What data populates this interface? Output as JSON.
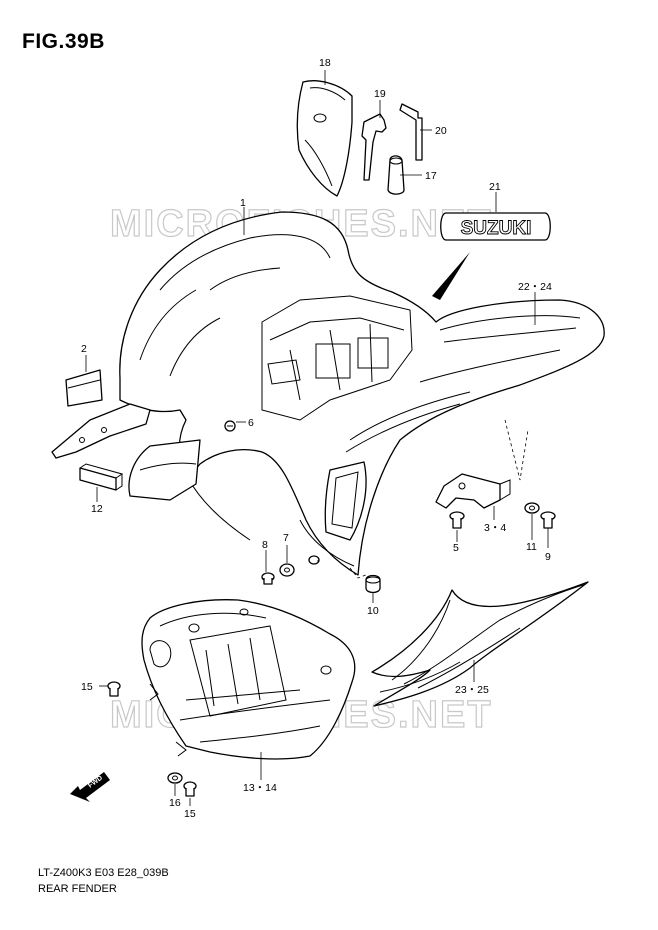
{
  "figure_title": "FIG.39B",
  "footer_code": "LT-Z400K3 E03 E28_039B",
  "footer_name": "REAR FENDER",
  "watermark": "MICROFICHES.NET",
  "brand_text": "SUZUKI",
  "direction_text": "FWD",
  "callouts": {
    "c1": "1",
    "c2": "2",
    "c3_4": "3・4",
    "c5": "5",
    "c6": "6",
    "c7": "7",
    "c8": "8",
    "c9": "9",
    "c10": "10",
    "c11": "11",
    "c12": "12",
    "c13_14": "13・14",
    "c15a": "15",
    "c15b": "15",
    "c16": "16",
    "c17": "17",
    "c18": "18",
    "c19": "19",
    "c20": "20",
    "c21": "21",
    "c22_24": "22・24",
    "c23_25": "23・25"
  }
}
